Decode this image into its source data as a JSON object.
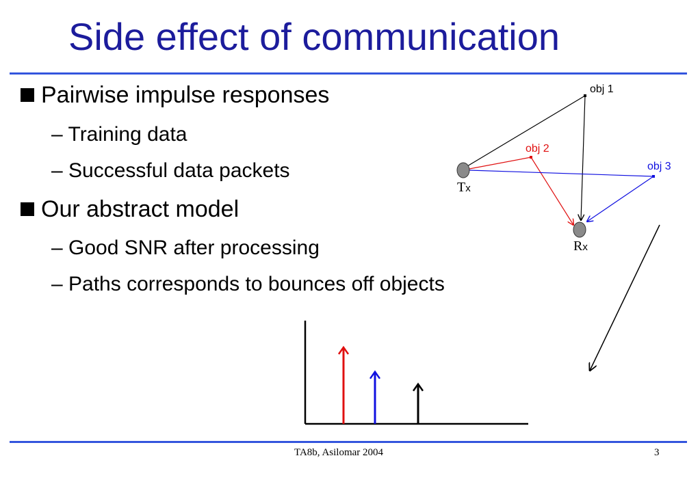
{
  "slide": {
    "title": "Side effect of communication",
    "bullets": [
      {
        "text": "Pairwise impulse responses",
        "sub": [
          "Training data",
          "Successful data packets"
        ]
      },
      {
        "text": "Our abstract model",
        "sub": [
          "Good SNR after processing",
          "Paths corresponds to bounces off objects"
        ]
      }
    ]
  },
  "diagram": {
    "transmitter": {
      "main": "T",
      "sub": "x"
    },
    "receiver": {
      "main": "R",
      "sub": "x"
    },
    "objects": [
      {
        "label": "obj 1",
        "color": "#000000"
      },
      {
        "label": "obj 2",
        "color": "#e01010"
      },
      {
        "label": "obj 3",
        "color": "#1010e0"
      }
    ]
  },
  "impulse_plot": {
    "spikes": [
      {
        "color": "#e01010",
        "relative_height": 1.0
      },
      {
        "color": "#1010e0",
        "relative_height": 0.68
      },
      {
        "color": "#000000",
        "relative_height": 0.52
      }
    ]
  },
  "footer": {
    "center": "TA8b, Asilomar 2004",
    "page": "3"
  },
  "colors": {
    "title": "#1c1c9c",
    "rule": "#3355dd"
  }
}
